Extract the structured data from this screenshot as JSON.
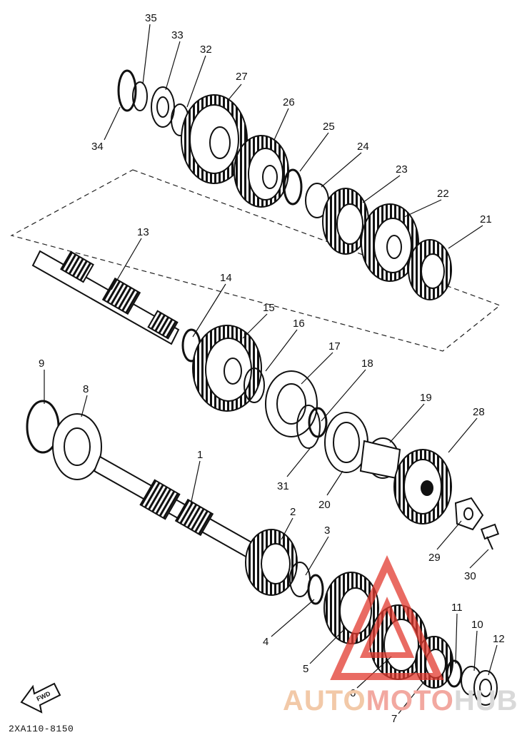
{
  "diagram": {
    "part_code": "2XA110-8150",
    "fwd_label": "FWD",
    "watermark": {
      "part1": "AUTO",
      "part2": "MOTO",
      "part3": "HUB"
    },
    "callouts": [
      "35",
      "33",
      "32",
      "34",
      "27",
      "26",
      "25",
      "24",
      "23",
      "22",
      "21",
      "13",
      "14",
      "15",
      "16",
      "17",
      "18",
      "9",
      "8",
      "1",
      "19",
      "28",
      "31",
      "20",
      "29",
      "30",
      "2",
      "3",
      "4",
      "5",
      "6",
      "7",
      "11",
      "10",
      "12"
    ]
  }
}
